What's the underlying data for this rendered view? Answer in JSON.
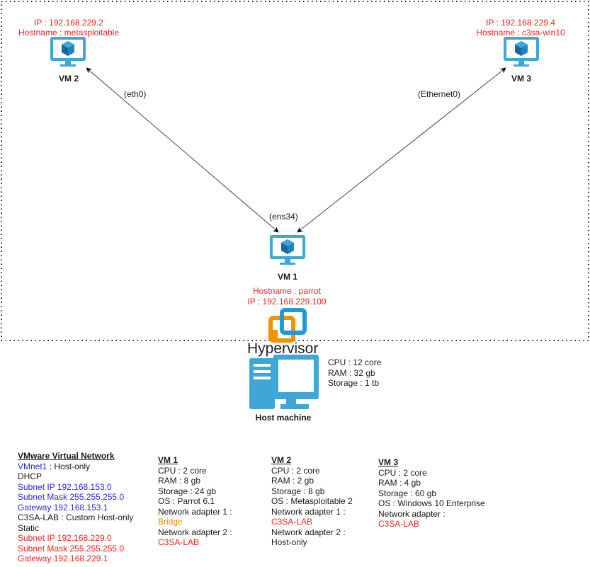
{
  "vm2": {
    "ip": "IP : 192.168.229.2",
    "hostname": "Hostname : metasploitable",
    "label": "VM 2"
  },
  "vm3": {
    "ip": "IP : 192.168.229.4",
    "hostname": "Hostname : c3sa-win10",
    "label": "VM 3"
  },
  "vm1": {
    "label": "VM 1",
    "hostname": "Hostname : parrot",
    "ip": "IP : 192.168.229.100"
  },
  "links": {
    "eth0": "(eth0)",
    "ethernet0": "(Ethernet0)",
    "ens34": "(ens34)"
  },
  "hypervisor": {
    "label": "Hypervisor"
  },
  "host": {
    "label": "Host machine",
    "specs": [
      "CPU : 12 core",
      "RAM : 32 gb",
      "Storage : 1 tb"
    ]
  },
  "network": {
    "title": "VMware Virtual Network",
    "vmnet1_name": "VMnet1",
    "vmnet1_type": " : Host-only",
    "dhcp": "DHCP",
    "subnet1": "Subnet IP 192.168.153.0",
    "mask1": "Subnet Mask 255.255.255.0",
    "gw1": "Gateway 192.168.153.1",
    "c3sa": "C3SA-LAB : Custom Host-only",
    "static": "Static",
    "subnet2": "Subnet IP 192.168.229.0",
    "mask2": "Subnet Mask 255.255.255.0",
    "gw2": "Gateway 192.168.229.1"
  },
  "spec_vm1": {
    "title": "VM 1",
    "cpu": "CPU : 2 core",
    "ram": "RAM : 8 gb",
    "storage": "Storage : 24 gb",
    "os": "OS : Parrot 6.1",
    "na1": "Network adapter 1 :",
    "na1_val": "Bridge",
    "na2": "Network adapter 2 :",
    "na2_val": "C3SA-LAB"
  },
  "spec_vm2": {
    "title": "VM 2",
    "cpu": "CPU : 2 core",
    "ram": "RAM : 2 gb",
    "storage": "Storage : 8 gb",
    "os": "OS : Metasploitable 2",
    "na1": "Network adapter 1 :",
    "na1_val": "C3SA-LAB",
    "na2": "Network adapter 2 :",
    "na2_val": "Host-only"
  },
  "spec_vm3": {
    "title": "VM 3",
    "cpu": "CPU : 2 core",
    "ram": "RAM : 4 gb",
    "storage": "Storage : 60 gb",
    "os": "OS : Windows 10 Enterprise",
    "na": "Network adapter  :",
    "na_val": "C3SA-LAB"
  },
  "colors": {
    "red": "#e8211e",
    "blue": "#2a27d8",
    "orange": "#e58a00",
    "vm_icon": "#3fa6d6",
    "vm_icon_dark": "#17679a",
    "host_icon": "#3fa6d6"
  }
}
